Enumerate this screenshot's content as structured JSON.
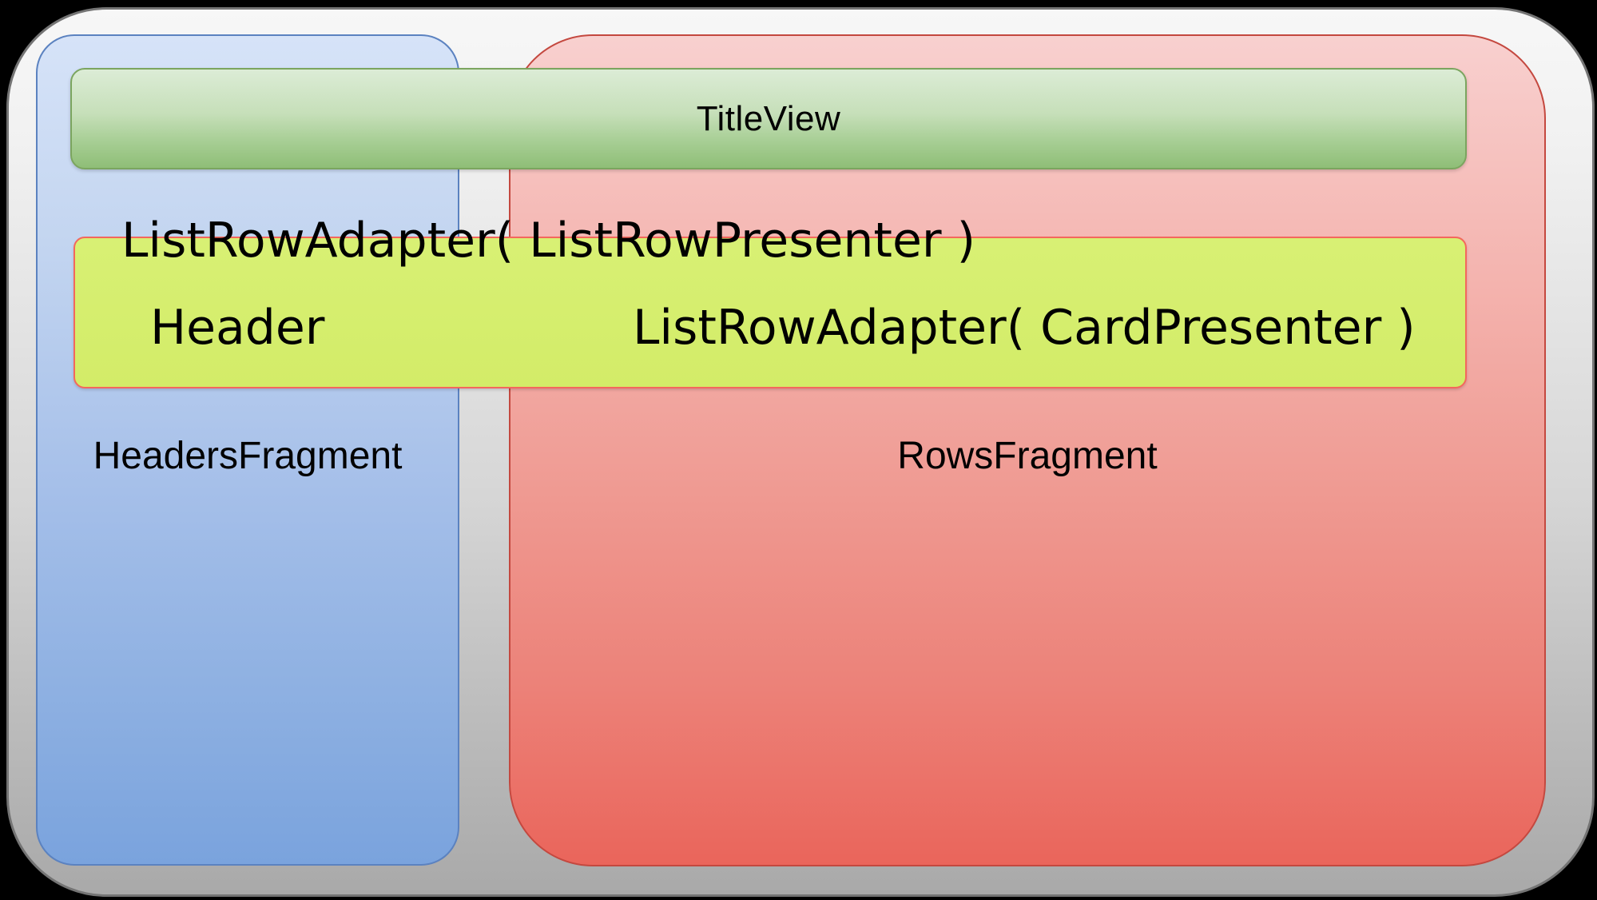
{
  "diagram": {
    "title_view": {
      "label": "TitleView"
    },
    "adapter_line": {
      "label": "ListRowAdapter( ListRowPresenter )"
    },
    "list_row": {
      "header_label": "Header",
      "card_adapter_label": "ListRowAdapter( CardPresenter )"
    },
    "headers_fragment": {
      "label": "HeadersFragment"
    },
    "rows_fragment": {
      "label": "RowsFragment"
    }
  },
  "colors": {
    "page-bg": "#000000",
    "frame-border": "#747474",
    "frame-top": "#f7f7f7",
    "frame-bottom": "#a9a9a9",
    "blue-top": "#d6e3f8",
    "blue-bottom": "#7aa3dd",
    "blue-border": "#5b82c0",
    "red-top": "#f8d0cf",
    "red-bottom": "#ea655b",
    "red-border": "#c4483f",
    "green-top": "#dcecd6",
    "green-bottom": "#8fbe77",
    "green-border": "#7ba55f",
    "yellow-fill": "#d5ee6e",
    "yellow-border": "#f4675c",
    "text": "#000000"
  }
}
